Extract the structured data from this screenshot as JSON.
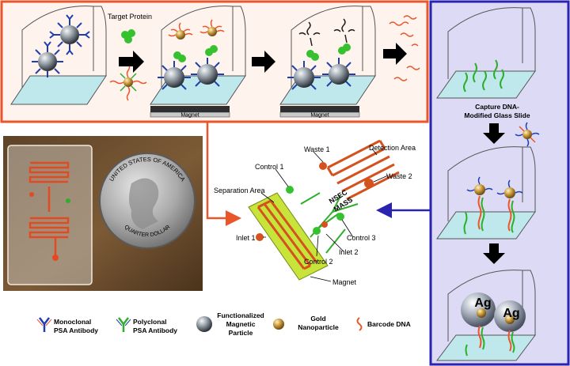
{
  "top_panel": {
    "target_protein_label": "Target Protein",
    "magnet_labels": [
      "Magnet",
      "Magnet"
    ]
  },
  "right_panel": {
    "slide_label_line1": "Capture DNA-",
    "slide_label_line2": "Modified Glass Slide",
    "silver_labels": [
      "Ag",
      "Ag"
    ]
  },
  "chip": {
    "labels": {
      "waste1": "Waste 1",
      "detection_area": "Detection Area",
      "control1": "Control 1",
      "waste2": "Waste 2",
      "separation_area": "Separation Area",
      "nsec_line1": "NSEC",
      "nsec_line2": "MASS",
      "control3": "Control 3",
      "inlet2": "Inlet 2",
      "inlet1": "Inlet 1",
      "control2": "Control 2",
      "magnet": "Magnet"
    }
  },
  "photo": {
    "coin_text_top": "UNITED STATES OF AMERICA",
    "coin_text_bottom": "QUARTER DOLLAR"
  },
  "legend": {
    "items": [
      {
        "line1": "Monoclonal",
        "line2": "PSA Antibody"
      },
      {
        "line1": "Polyclonal",
        "line2": "PSA Antibody"
      },
      {
        "line1": "Functionalized",
        "line2": "Magnetic",
        "line3": "Particle"
      },
      {
        "line1": "Gold",
        "line2": "Nanoparticle"
      },
      {
        "line1": "Barcode DNA"
      }
    ]
  },
  "colors": {
    "top_border": "#e8562a",
    "right_border": "#2a22b0",
    "right_bg": "#dcdaf4",
    "chip_green": "#c8e43a",
    "channel": "#d4521e",
    "antibody_mono": "#1f3fae",
    "antibody_poly": "#2fae2a",
    "protein": "#36c22e",
    "dna_barcode": "#e8562a",
    "dna_capture": "#2fae2a",
    "glass": "#bfe8ec"
  }
}
